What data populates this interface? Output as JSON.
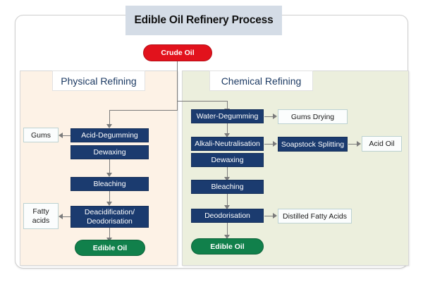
{
  "header": {
    "title": "Edible Oil Refinery Process"
  },
  "start": {
    "label": "Crude Oil"
  },
  "panels": {
    "physical": {
      "label": "Physical Refining",
      "steps": [
        {
          "label": "Acid-Degumming"
        },
        {
          "label": "Dewaxing"
        },
        {
          "label": "Bleaching"
        },
        {
          "label": "Deacidification/\nDeodorisation",
          "line1": "Deacidification/",
          "line2": "Deodorisation"
        }
      ],
      "byproducts": [
        {
          "label": "Gums"
        },
        {
          "label": "Fatty\nacids",
          "line1": "Fatty",
          "line2": "acids"
        }
      ],
      "end": {
        "label": "Edible Oil"
      }
    },
    "chemical": {
      "label": "Chemical Refining",
      "steps": [
        {
          "label": "Water-Degumming"
        },
        {
          "label": "Alkali-Neutralisation"
        },
        {
          "label": "Dewaxing"
        },
        {
          "label": "Bleaching"
        },
        {
          "label": "Deodorisation"
        }
      ],
      "byproducts": [
        {
          "label": "Gums Drying"
        },
        {
          "label": "Soapstock Splitting"
        },
        {
          "label": "Acid Oil"
        },
        {
          "label": "Distilled Fatty Acids"
        }
      ],
      "end": {
        "label": "Edible Oil"
      }
    }
  },
  "colors": {
    "process_blue": "#1b3b6f",
    "terminator_green": "#11804b",
    "terminator_red": "#e2121c",
    "panel_physical_bg": "#fdf2e6",
    "panel_chemical_bg": "#ecefdd",
    "title_bar_bg": "#d4dce6",
    "connector": "#7b7b7b"
  }
}
